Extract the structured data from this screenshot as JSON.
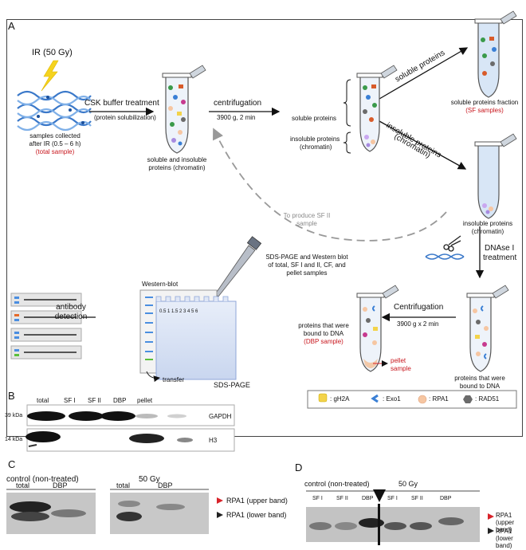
{
  "panels": {
    "a": "A",
    "b": "B",
    "c": "C",
    "d": "D"
  },
  "irradiation": {
    "label": "IR (50 Gy)",
    "caption1": "samples collected",
    "caption2": "after IR (0.5 – 6 h)",
    "caption3": "(total sample)"
  },
  "steps": {
    "csk": "CSK buffer treatment",
    "csk_sub": "(protein solubilization)",
    "centrifugation": "centrifugation",
    "centrifugation_sub": "3900 g, 2 min",
    "soluble_insoluble_1": "soluble and insoluble",
    "soluble_insoluble_2": "proteins (chromatin)",
    "bracket_soluble": "soluble proteins",
    "bracket_insoluble_1": "insoluble proteins",
    "bracket_insoluble_2": "(chromatin)",
    "arrow_soluble": "soluble proteins",
    "arrow_insoluble_1": "insoluble proteins",
    "arrow_insoluble_2": "(chromatin)",
    "sf_fraction": "soluble proteins fraction",
    "sf_samples": "(SF samples)",
    "insol_result_1": "insoluble proteins",
    "insol_result_2": "(chromatin)",
    "sf2_1": "To produce SF II",
    "sf2_2": "sample",
    "dnase_1": "DNAse I",
    "dnase_2": "treatment",
    "bound_1": "proteins that were",
    "bound_2": "bound to DNA",
    "centrifugation2": "Centrifugation",
    "centrifugation2_sub": "3900 g x 2 min",
    "dbp_1": "proteins that were",
    "dbp_2": "bound to DNA",
    "dbp_3": "(DBP sample)",
    "pellet_1": "pellet",
    "pellet_2": "sample",
    "sds_1": "SDS-PAGE and Western blot",
    "sds_2": "of total, SF I and II, CF, and",
    "sds_3": "pellet samples",
    "western": "Western-blot",
    "sdspage": "SDS-PAGE",
    "transfer": "transfer",
    "antibody_1": "antibody",
    "antibody_2": "detection",
    "gel_lanes": "0.5  1  1.5  2    3    4    5    6"
  },
  "legend": [
    {
      "label": ": gH2A",
      "color": "#f3d34a"
    },
    {
      "label": ": Exo1",
      "color": "#3a7fd5"
    },
    {
      "label": ": RPA1",
      "color": "#f6c6a2"
    },
    {
      "label": ": RAD51",
      "color": "#6b6b6b"
    }
  ],
  "panel_b": {
    "columns": [
      "total",
      "SF I",
      "SF II",
      "DBP",
      "pellet"
    ],
    "rows": [
      {
        "kda": "39 kDa",
        "protein": "GAPDH"
      },
      {
        "kda": "14 kDa",
        "protein": "H3"
      }
    ]
  },
  "panel_c": {
    "group1": "control (non-treated)",
    "group2": "50 Gy",
    "lanes1": [
      "total",
      "DBP"
    ],
    "lanes2": [
      "total",
      "DBP"
    ],
    "band_upper": "RPA1 (upper band)",
    "band_lower": "RPA1 (lower band)"
  },
  "panel_d": {
    "group1": "control (non-treated)",
    "group2": "50 Gy",
    "lanes": [
      "SF I",
      "SF II",
      "DBP",
      "SF I",
      "SF II",
      "DBP"
    ],
    "band_upper": "RPA1 (upper band)",
    "band_lower": "RPA1 (lower band)"
  },
  "colors": {
    "red_marker": "#d8232a",
    "dark_marker": "#222222"
  }
}
